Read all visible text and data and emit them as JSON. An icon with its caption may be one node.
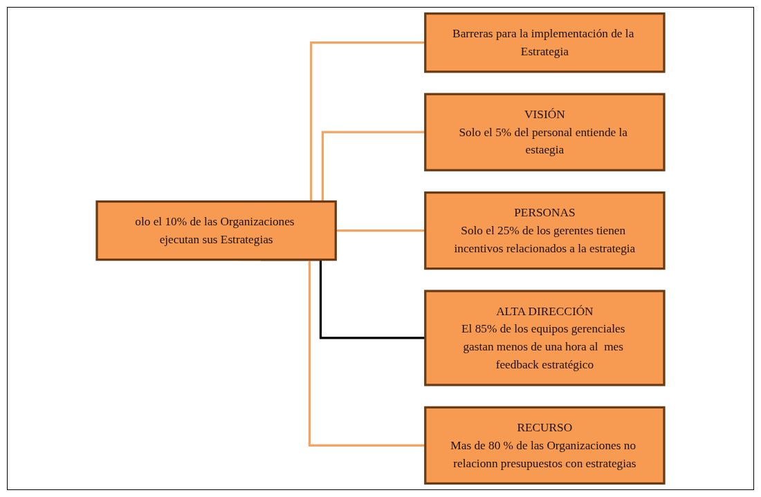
{
  "diagram": {
    "nodes": [
      {
        "text": [
          "olo el 10% de las Organizaciones ejecutan sus Estrategias"
        ]
      },
      {
        "text": [
          "Barreras para la implementación de la Estrategia"
        ]
      },
      {
        "text": [
          "VISIÓN",
          "Solo el 5% del personal entiende la estaegia"
        ]
      },
      {
        "text": [
          "PERSONAS",
          "Solo el 25% de los gerentes tienen incentivos relacionados a la estrategia"
        ]
      },
      {
        "text": [
          "ALTA DIRECCIÓN",
          "El 85% de los equipos gerenciales gastan menos de una hora al  mes feedback estratégico"
        ]
      },
      {
        "text": [
          "RECURSO",
          "Mas de 80 % de las Organizaciones no relacionn presupuestos con estrategias"
        ]
      }
    ],
    "edges": [
      {
        "from": 0,
        "to": 1,
        "arrow": "none"
      },
      {
        "from": 0,
        "to": 2,
        "arrow": "none"
      },
      {
        "from": 0,
        "to": 3,
        "arrow": "none"
      },
      {
        "from": 0,
        "to": 4,
        "arrow": "none",
        "color": "#000000"
      },
      {
        "from": 0,
        "to": 5,
        "arrow": "none"
      }
    ]
  }
}
